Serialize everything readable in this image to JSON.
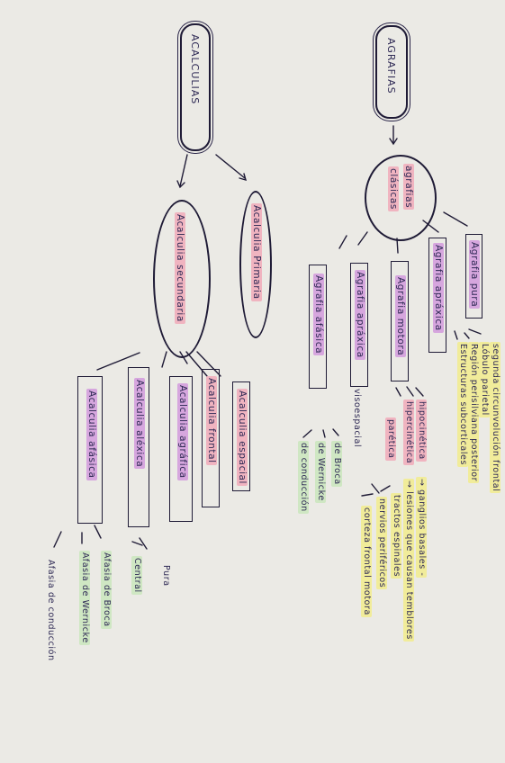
{
  "roots": {
    "agrafias": "AGRAFIAS",
    "acalculias": "ACALCULIAS"
  },
  "agrafias": {
    "clasicas": [
      "agrafias",
      "clásicas"
    ],
    "pura": "Agrafia pura",
    "pura_items": [
      "segunda circunvolución frontal",
      "Lóbulo parietal",
      "Región perisilviana posterior",
      "Estructuras subcorticales"
    ],
    "apraxica": "Agrafia apráxica",
    "motora": "Agrafia motora",
    "motora_items": [
      "hipocinética",
      "hipercinética",
      "parética"
    ],
    "motora_hipo_detail": "→ ganglios basales -",
    "motora_hiper_detail": "→ lesiones que causan temblores",
    "motora_paretica_items": [
      "tractos espinales",
      "nervios periféricos",
      "corteza frontal motora"
    ],
    "apraxica2": "Agrafia apráxica",
    "apraxica2_note": "visoespacial",
    "afasica": "Agrafia afásica",
    "afasica_items": [
      "de Broca",
      "de Wernicke",
      "de conducción"
    ]
  },
  "acalculias": {
    "primaria": "Acalculia Primaria",
    "secundaria": "Acalculia secundaria",
    "espacial": "Acalculia espacial",
    "frontal": "Acalculia frontal",
    "agrafica": "Acalculia agráfica",
    "alexica": "Acalculia aléxica",
    "alexica_items": [
      "Pura",
      "Central"
    ],
    "afasica": "Acalculia afásica",
    "afasica_items": [
      "Afasia de Broca",
      "Afasia de Wernicke",
      "Afasia de conducción"
    ]
  }
}
